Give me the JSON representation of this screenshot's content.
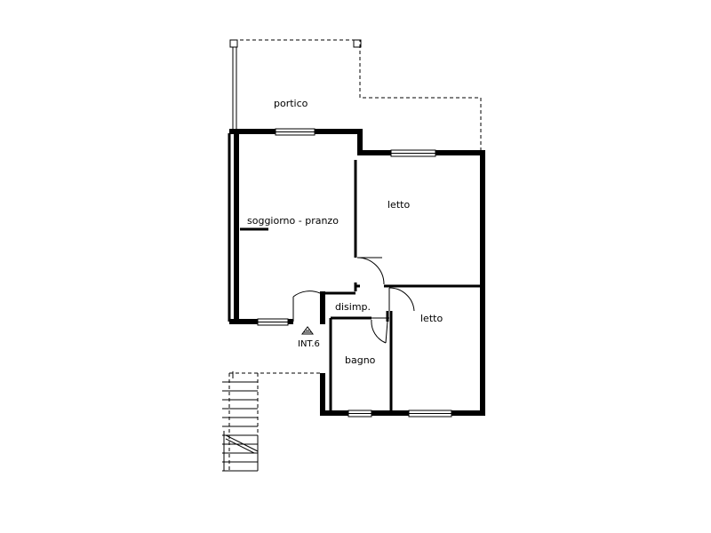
{
  "plan": {
    "rooms": {
      "portico": "portico",
      "soggiorno": "soggiorno - pranzo",
      "letto1": "letto",
      "letto2": "letto",
      "disimpegno": "disimp.",
      "bagno": "bagno"
    },
    "entrance_label": "INT.6"
  }
}
